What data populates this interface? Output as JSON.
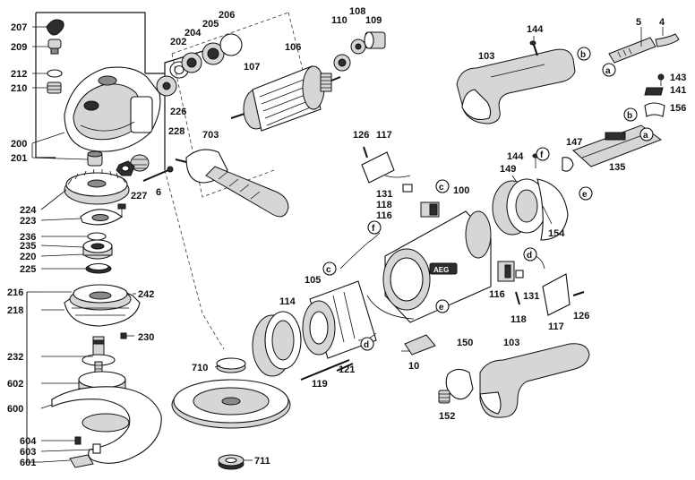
{
  "labels": {
    "l207": "207",
    "l209": "209",
    "l212": "212",
    "l210": "210",
    "l200": "200",
    "l201": "201",
    "l224": "224",
    "l223": "223",
    "l236": "236",
    "l235": "235",
    "l220": "220",
    "l225": "225",
    "l216": "216",
    "l218": "218",
    "l232": "232",
    "l602": "602",
    "l600": "600",
    "l604": "604",
    "l603": "603",
    "l601": "601",
    "l206": "206",
    "l205": "205",
    "l204": "204",
    "l202": "202",
    "l106": "106",
    "l107": "107",
    "l108": "108",
    "l110": "110",
    "l109": "109",
    "l226": "226",
    "l228": "228",
    "l227": "227",
    "l6": "6",
    "l703": "703",
    "l242": "242",
    "l230": "230",
    "l710": "710",
    "l711": "711",
    "l144a": "144",
    "l4": "4",
    "l5": "5",
    "l103a": "103",
    "l143": "143",
    "l141": "141",
    "l156": "156",
    "l135": "135",
    "l147": "147",
    "l144b": "144",
    "l149": "149",
    "l154": "154",
    "l126a": "126",
    "l117a": "117",
    "l131a": "131",
    "l118a": "118",
    "l116a": "116",
    "l100": "100",
    "l114": "114",
    "l105": "105",
    "l119": "119",
    "l121": "121",
    "l10": "10",
    "l116b": "116",
    "l131b": "131",
    "l118b": "118",
    "l117b": "117",
    "l126b": "126",
    "l150": "150",
    "l152": "152",
    "l103b": "103"
  },
  "connectors": {
    "a": "a",
    "b": "b",
    "c": "c",
    "d": "d",
    "e": "e",
    "f": "f"
  },
  "brand_mark": "AEG"
}
